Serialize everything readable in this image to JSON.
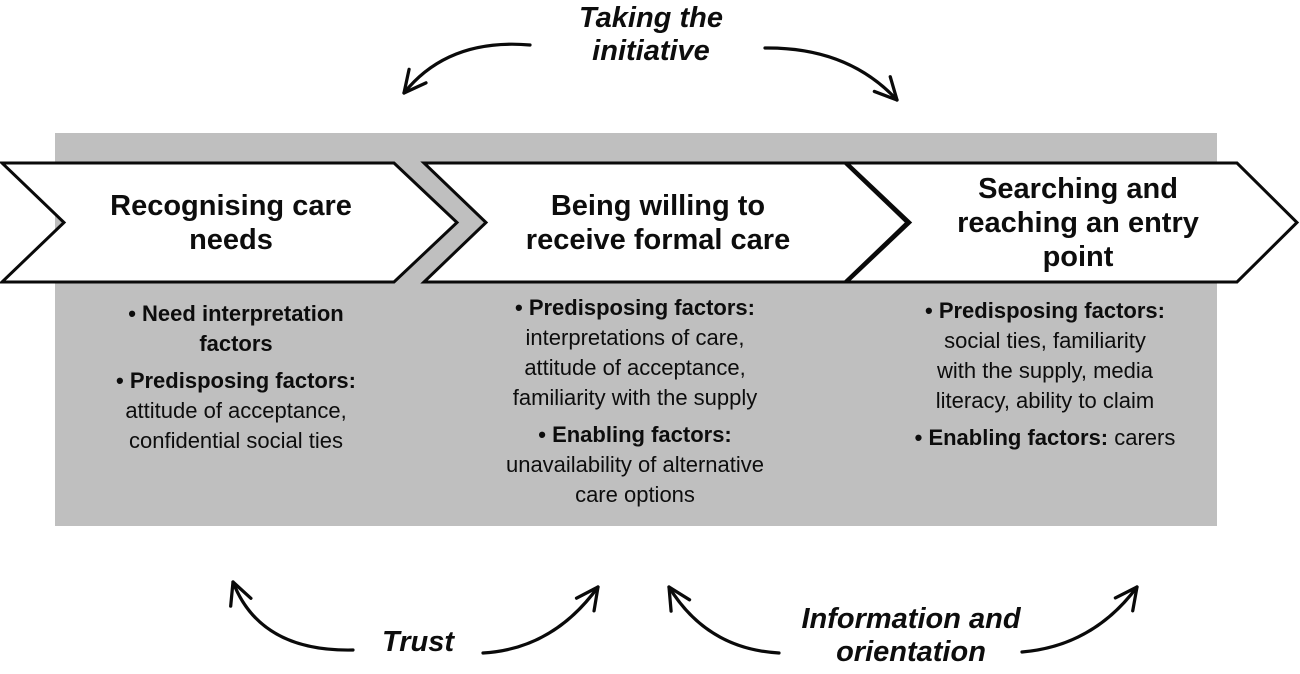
{
  "colors": {
    "panel_gray": "#bfbfbf",
    "shape_fill": "#ffffff",
    "line_black": "#0a0a0a"
  },
  "labels": {
    "taking_initiative": "Taking the\ninitiative",
    "trust": "Trust",
    "information_orientation": "Information and\norientation"
  },
  "stages": [
    {
      "title": "Recognising care\nneeds",
      "items": [
        {
          "lines": [
            {
              "b": "• Need interpretation"
            },
            {
              "b": "factors"
            }
          ]
        },
        {
          "lines": [
            {
              "b": "• Predisposing factors:"
            },
            {
              "r": "attitude of acceptance,"
            },
            {
              "r": "confidential social ties"
            }
          ]
        }
      ]
    },
    {
      "title": "Being willing to\nreceive formal care",
      "items": [
        {
          "lines": [
            {
              "b": "• Predisposing factors:"
            },
            {
              "r": "interpretations of care,"
            },
            {
              "r": "attitude of acceptance,"
            },
            {
              "r": "familiarity with the supply"
            }
          ]
        },
        {
          "lines": [
            {
              "b": "• Enabling factors:"
            },
            {
              "r": "unavailability of alternative"
            },
            {
              "r": "care options"
            }
          ]
        }
      ]
    },
    {
      "title": "Searching and\nreaching an entry\npoint",
      "items": [
        {
          "lines": [
            {
              "b": "• Predisposing factors:"
            },
            {
              "r": "social ties, familiarity"
            },
            {
              "r": "with the supply, media"
            },
            {
              "r": "literacy, ability to claim"
            }
          ]
        },
        {
          "lines": [
            {
              "b": "• Enabling factors:",
              "r": " carers"
            }
          ]
        }
      ]
    }
  ]
}
